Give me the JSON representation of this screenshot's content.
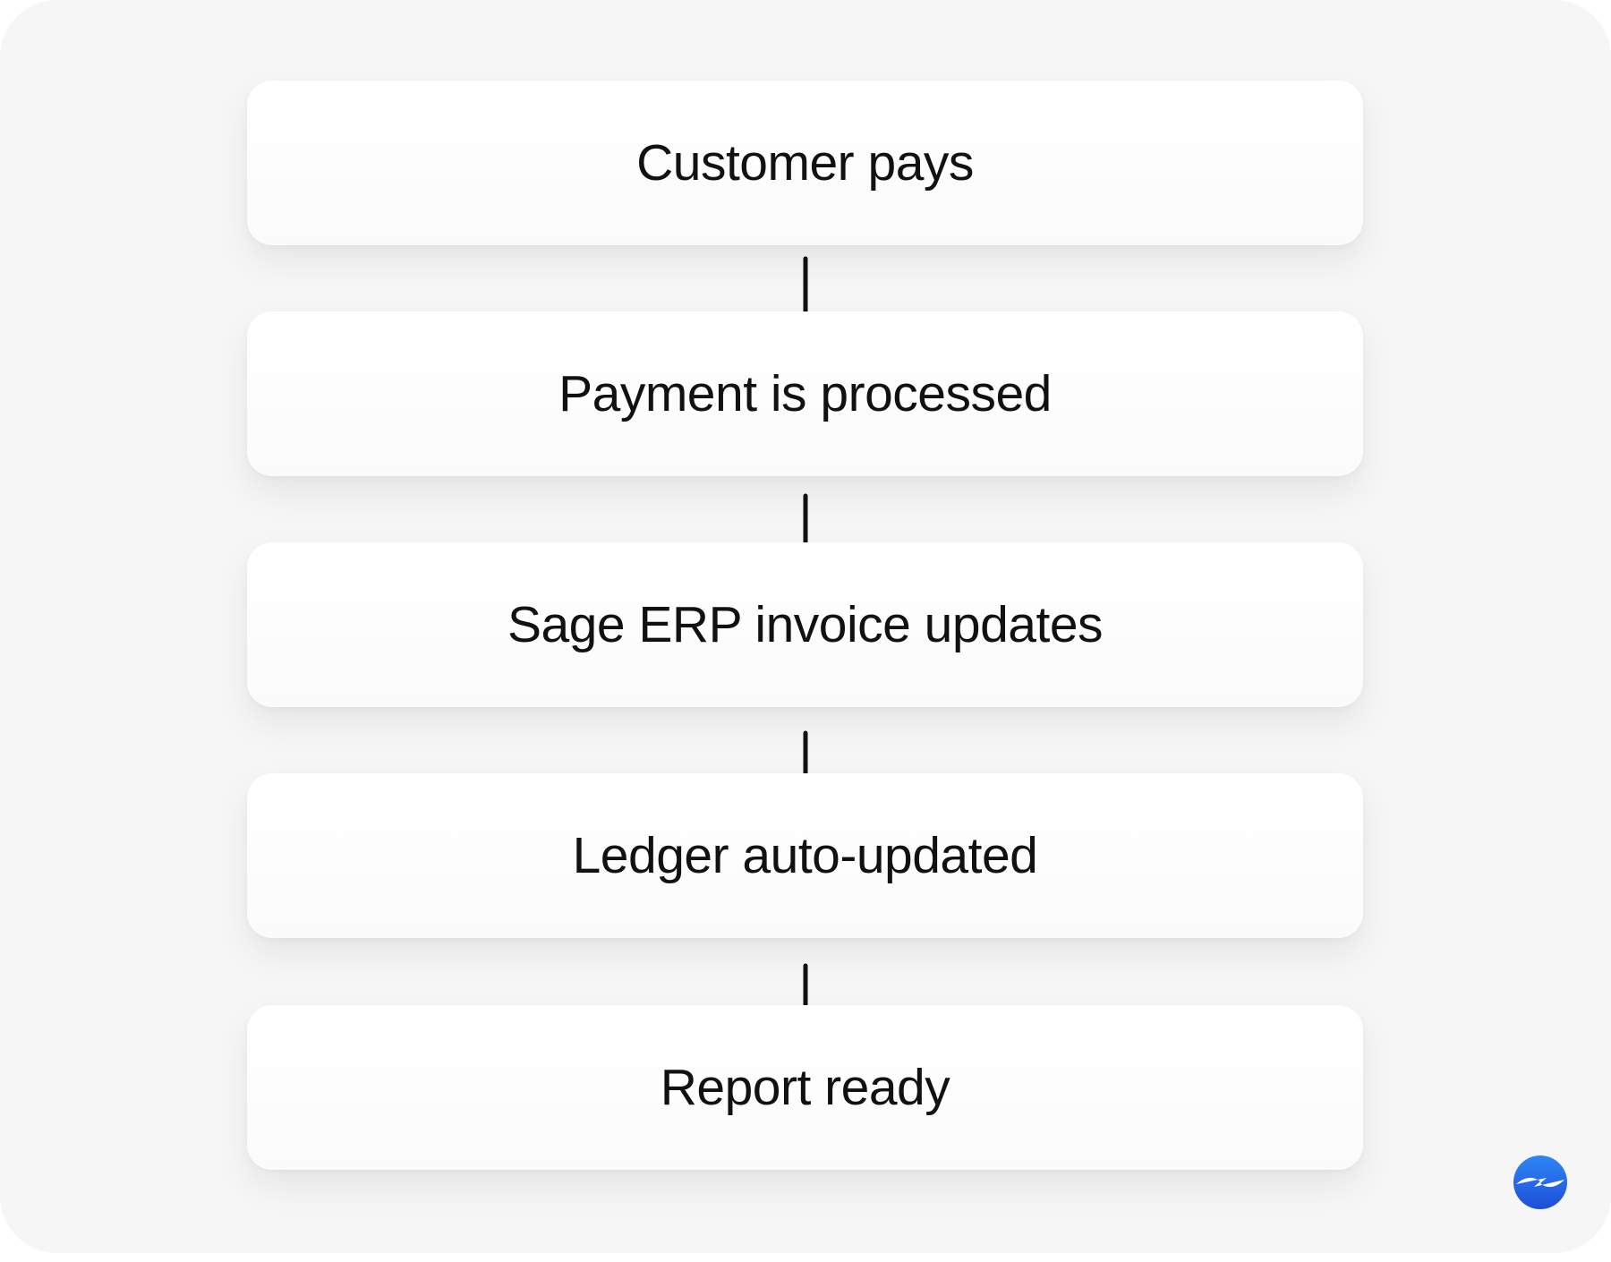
{
  "steps": [
    {
      "label": "Customer pays"
    },
    {
      "label": "Payment is processed"
    },
    {
      "label": "Sage ERP invoice updates"
    },
    {
      "label": "Ledger auto-updated"
    },
    {
      "label": "Report ready"
    }
  ],
  "arrows": {
    "icon": "arrow-down-icon",
    "color": "#111111"
  },
  "logo": {
    "icon": "brand-logo-icon",
    "colors": {
      "top": "#2f86f6",
      "bottom": "#1d4fd8"
    }
  },
  "colors": {
    "background": "#f6f6f6",
    "card": "#ffffff",
    "text": "#111111"
  }
}
